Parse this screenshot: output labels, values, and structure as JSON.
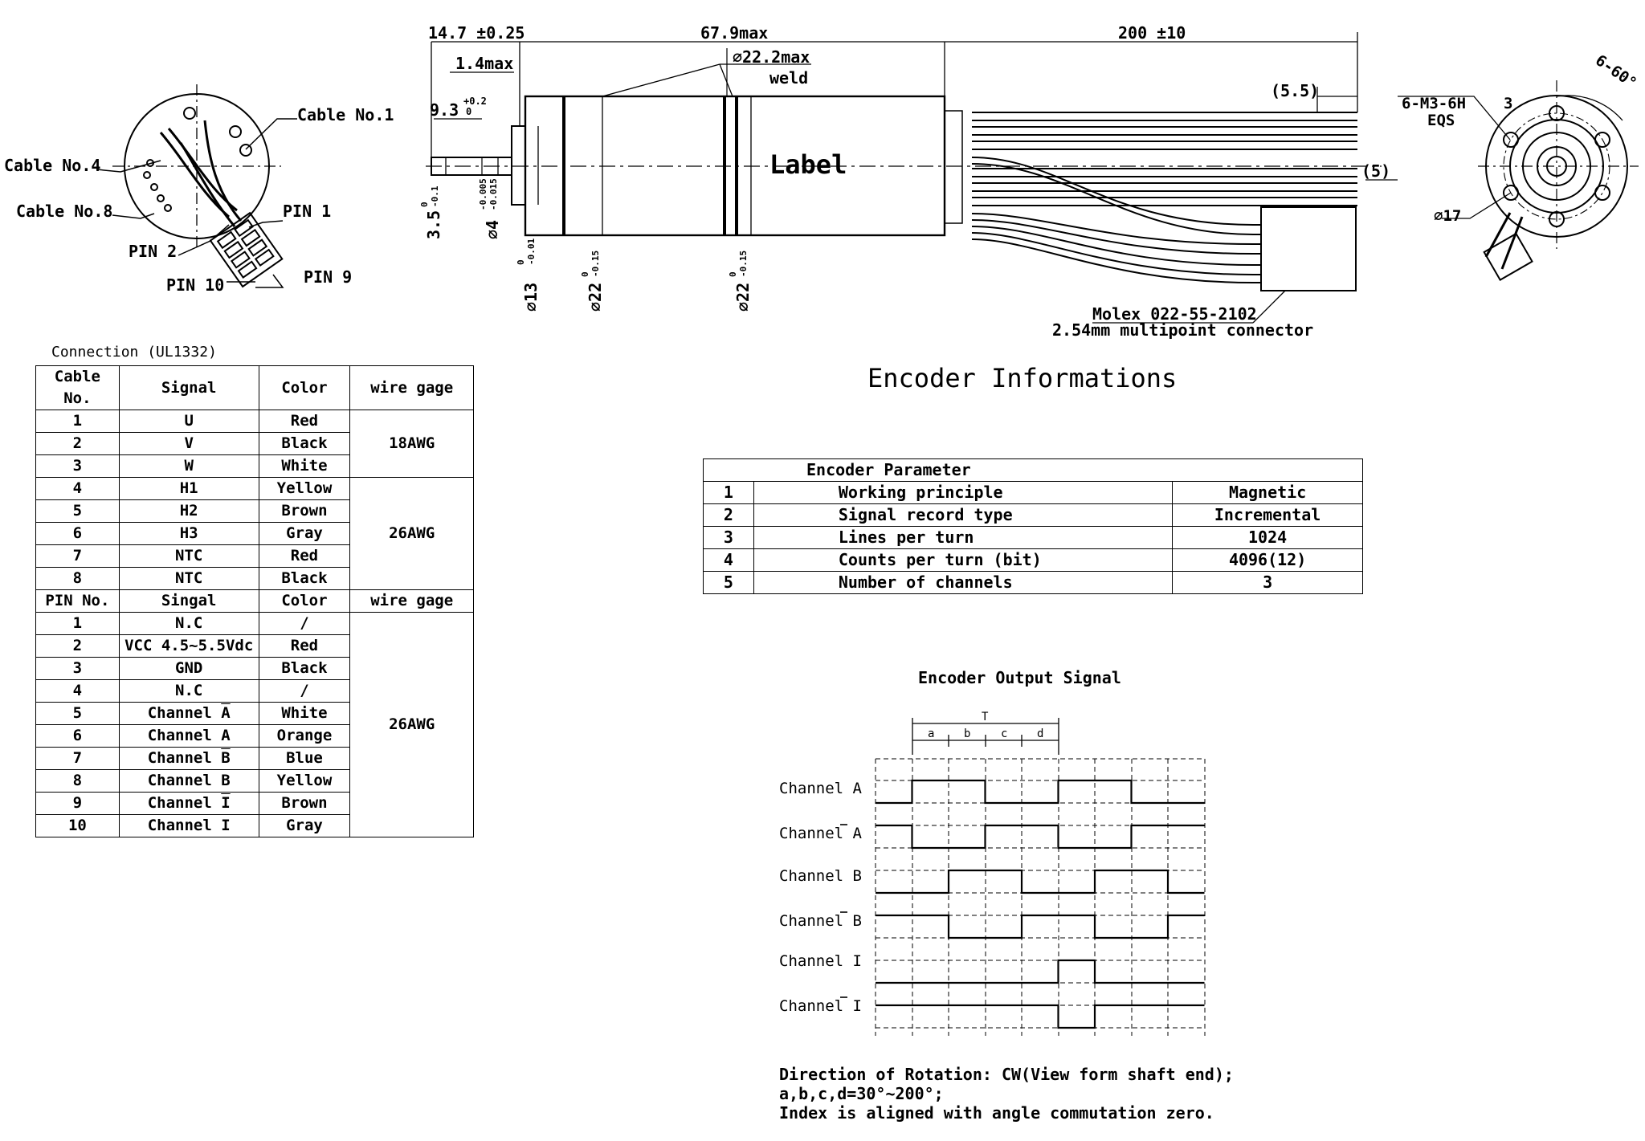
{
  "drawing": {
    "dims": {
      "shaft_len": "14.7 ±0.25",
      "body_len": "67.9max",
      "cable_len": "200 ±10",
      "flange": "1.4max",
      "weld_dia": "∅22.2max",
      "weld": "weld",
      "shaft_flat": "9.3",
      "shaft_flat_tol_top": "+0.2",
      "shaft_flat_tol_bot": "0",
      "strip": "(5.5)",
      "strip2": "(5)",
      "d35": "3.5",
      "d35_tol_top": "0",
      "d35_tol_bot": "-0.1",
      "d4": "∅4",
      "d4_tol_top": "-0.005",
      "d4_tol_bot": "-0.015",
      "d13": "∅13",
      "d13_tol_top": "0",
      "d13_tol_bot": "-0.01",
      "d22a": "∅22",
      "d22a_tol_top": "0",
      "d22a_tol_bot": "-0.15",
      "d22b": "∅22",
      "d22b_tol_top": "0",
      "d22b_tol_bot": "-0.15",
      "label": "Label",
      "molex1": "Molex 022-55-2102",
      "molex2": "2.54mm multipoint connector",
      "thread1": "6-M3-6H",
      "thread_depth": "3",
      "thread2": "EQS",
      "angle": "6-60°",
      "d17": "∅17"
    },
    "connector_view": {
      "cable1": "Cable No.1",
      "cable4": "Cable No.4",
      "cable8": "Cable No.8",
      "pin1": "PIN 1",
      "pin2": "PIN 2",
      "pin9": "PIN 9",
      "pin10": "PIN 10"
    }
  },
  "connection": {
    "title": "Connection (UL1332)",
    "header1": [
      "Cable No.",
      "Signal",
      "Color",
      "wire gage"
    ],
    "cables": [
      [
        "1",
        "U",
        "Red"
      ],
      [
        "2",
        "V",
        "Black"
      ],
      [
        "3",
        "W",
        "White"
      ],
      [
        "4",
        "H1",
        "Yellow"
      ],
      [
        "5",
        "H2",
        "Brown"
      ],
      [
        "6",
        "H3",
        "Gray"
      ],
      [
        "7",
        "NTC",
        "Red"
      ],
      [
        "8",
        "NTC",
        "Black"
      ]
    ],
    "gage_a": "18AWG",
    "gage_b": "26AWG",
    "header2": [
      "PIN No.",
      "Singal",
      "Color",
      "wire gage"
    ],
    "pins": [
      [
        "1",
        "N.C",
        "/"
      ],
      [
        "2",
        "VCC 4.5~5.5Vdc",
        "Red"
      ],
      [
        "3",
        "GND",
        "Black"
      ],
      [
        "4",
        "N.C",
        "/"
      ],
      [
        "5",
        "Channel A",
        "White"
      ],
      [
        "6",
        "Channel A",
        "Orange"
      ],
      [
        "7",
        "Channel B",
        "Blue"
      ],
      [
        "8",
        "Channel B",
        "Yellow"
      ],
      [
        "9",
        "Channel I",
        "Brown"
      ],
      [
        "10",
        "Channel I",
        "Gray"
      ]
    ],
    "gage_c": "26AWG"
  },
  "encoder": {
    "title": "Encoder Informations",
    "param_header": "Encoder Parameter",
    "params": [
      [
        "1",
        "Working principle",
        "Magnetic"
      ],
      [
        "2",
        "Signal record type",
        "Incremental"
      ],
      [
        "3",
        "Lines per turn",
        "1024"
      ],
      [
        "4",
        "Counts per turn (bit)",
        "4096(12)"
      ],
      [
        "5",
        "Number of channels",
        "3"
      ]
    ],
    "signal_title": "Encoder Output Signal",
    "period": "T",
    "segments": [
      "a",
      "b",
      "c",
      "d"
    ],
    "channels": [
      "Channel A",
      "Channel A",
      "Channel B",
      "Channel B",
      "Channel I",
      "Channel I"
    ],
    "waves": [
      [
        0,
        1,
        1,
        0,
        0,
        1,
        1,
        0,
        0
      ],
      [
        1,
        0,
        0,
        1,
        1,
        0,
        0,
        1,
        1
      ],
      [
        0,
        0,
        1,
        1,
        0,
        0,
        1,
        1,
        0
      ],
      [
        1,
        1,
        0,
        0,
        1,
        1,
        0,
        0,
        1
      ],
      [
        0,
        0,
        0,
        0,
        0,
        1,
        0,
        0,
        0
      ],
      [
        1,
        1,
        1,
        1,
        1,
        0,
        1,
        1,
        1
      ]
    ],
    "note1": "Direction of Rotation: CW(View form shaft end);",
    "note2": "a,b,c,d=30°~200°;",
    "note3": "Index is aligned with angle commutation zero."
  }
}
